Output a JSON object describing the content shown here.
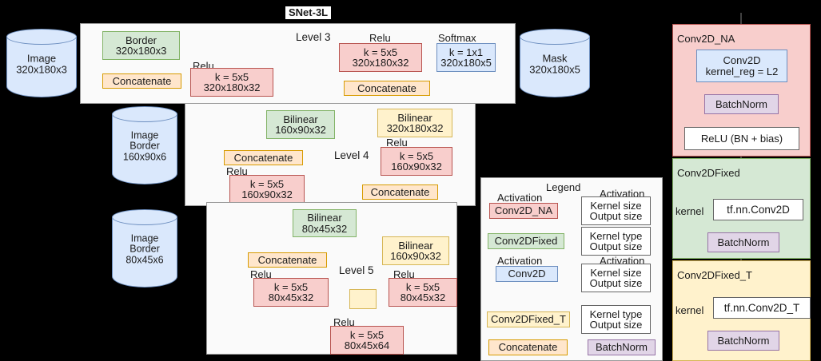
{
  "title": "SNet-3L",
  "colors": {
    "conv2d_na": "#f8cecc",
    "conv2dfixed": "#d5e8d4",
    "conv2d": "#dae8fc",
    "conv2dfixed_t": "#fff2cc",
    "concatenate": "#ffe6cc",
    "batchnorm": "#e1d5e7",
    "panel_bg": "#fafafa"
  },
  "inputs": {
    "image": {
      "line1": "Image",
      "line2": "320x180x3"
    },
    "mask": {
      "line1": "Mask",
      "line2": "320x180x5"
    },
    "image_border_160": {
      "line1": "Image",
      "line2": "Border",
      "line3": "160x90x6"
    },
    "image_border_80": {
      "line1": "Image",
      "line2": "Border",
      "line3": "80x45x6"
    }
  },
  "level3": {
    "label": "Level 3",
    "border": {
      "line1": "Border",
      "line2": "320x180x3"
    },
    "concat_in": "Concatenate",
    "conv_in": {
      "act": "Relu",
      "line1": "k = 5x5",
      "line2": "320x180x32"
    },
    "concat_out": "Concatenate",
    "conv_out": {
      "act": "Relu",
      "line1": "k = 5x5",
      "line2": "320x180x32"
    },
    "softmax": {
      "act": "Softmax",
      "line1": "k = 1x1",
      "line2": "320x180x5"
    }
  },
  "level4": {
    "label": "Level 4",
    "bilinear_down": {
      "line1": "Bilinear",
      "line2": "160x90x32"
    },
    "concat_in": "Concatenate",
    "conv_in": {
      "act": "Relu",
      "line1": "k = 5x5",
      "line2": "160x90x32"
    },
    "concat_out": "Concatenate",
    "conv_out": {
      "act": "Relu",
      "line1": "k = 5x5",
      "line2": "160x90x32"
    },
    "bilinear_up": {
      "line1": "Bilinear",
      "line2": "320x180x32"
    }
  },
  "level5": {
    "label": "Level 5",
    "bilinear_down": {
      "line1": "Bilinear",
      "line2": "80x45x32"
    },
    "concat_in": "Concatenate",
    "conv_a": {
      "act": "Relu",
      "line1": "k = 5x5",
      "line2": "80x45x32"
    },
    "conv_b": {
      "act": "Relu",
      "line1": "k = 5x5",
      "line2": "80x45x64"
    },
    "merge": "",
    "conv_c": {
      "act": "Relu",
      "line1": "k = 5x5",
      "line2": "80x45x32"
    },
    "bilinear_up": {
      "line1": "Bilinear",
      "line2": "160x90x32"
    }
  },
  "legend": {
    "title": "Legend",
    "rows": [
      {
        "act": "Activation",
        "name": "Conv2D_NA",
        "style": "red",
        "desc_top": "Activation",
        "desc1": "Kernel size",
        "desc2": "Output size"
      },
      {
        "act": "",
        "name": "Conv2DFixed",
        "style": "green",
        "desc_top": "",
        "desc1": "Kernel type",
        "desc2": "Output size"
      },
      {
        "act": "Activation",
        "name": "Conv2D",
        "style": "blue",
        "desc_top": "Activation",
        "desc1": "Kernel size",
        "desc2": "Output size"
      },
      {
        "act": "",
        "name": "Conv2DFixed_T",
        "style": "yellow",
        "desc_top": "",
        "desc1": "Kernel type",
        "desc2": "Output size"
      }
    ],
    "concatenate": "Concatenate",
    "batchnorm": "BatchNorm"
  },
  "detail_conv2d_na": {
    "label": "Conv2D_NA",
    "conv": {
      "line1": "Conv2D",
      "line2": "kernel_reg = L2"
    },
    "batchnorm": "BatchNorm",
    "relu": "ReLU (BN + bias)"
  },
  "detail_conv2dfixed": {
    "label": "Conv2DFixed",
    "kernel_label": "kernel",
    "op": "tf.nn.Conv2D",
    "batchnorm": "BatchNorm"
  },
  "detail_conv2dfixed_t": {
    "label": "Conv2DFixed_T",
    "kernel_label": "kernel",
    "op": "tf.nn.Conv2D_T",
    "batchnorm": "BatchNorm"
  }
}
